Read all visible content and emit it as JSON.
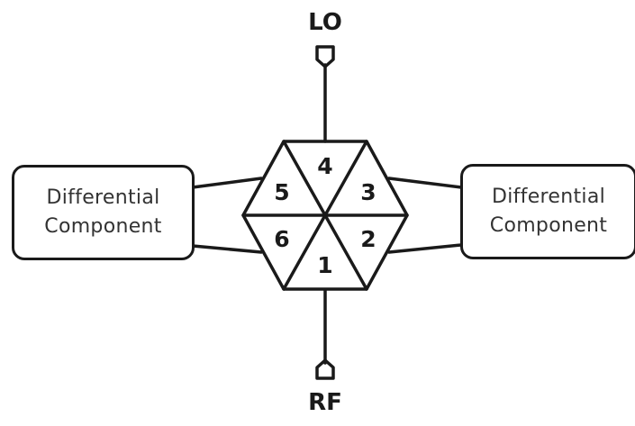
{
  "ports": {
    "lo": "LO",
    "rf": "RF"
  },
  "left_box": {
    "line1": "Differential",
    "line2": "Component"
  },
  "right_box": {
    "line1": "Differential",
    "line2": "Component"
  },
  "segments": [
    "1",
    "2",
    "3",
    "4",
    "5",
    "6"
  ]
}
